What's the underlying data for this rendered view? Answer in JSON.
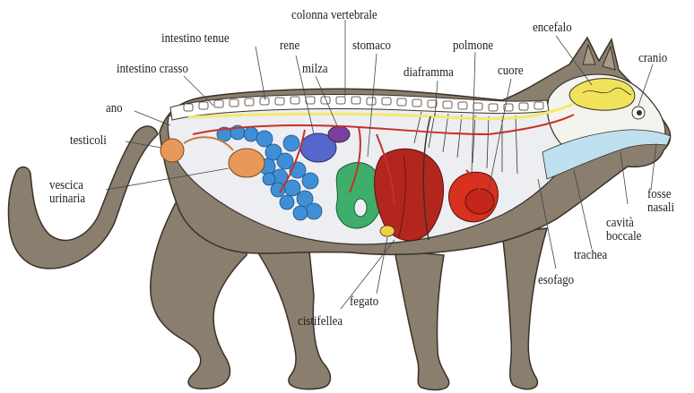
{
  "labels": {
    "colonna_vertebrale": "colonna vertebrale",
    "intestino_tenue": "intestino tenue",
    "rene": "rene",
    "stomaco": "stomaco",
    "polmone": "polmone",
    "encefalo": "encefalo",
    "milza": "milza",
    "intestino_crasso": "intestino crasso",
    "diaframma": "diaframma",
    "cuore": "cuore",
    "cranio": "cranio",
    "ano": "ano",
    "testicoli": "testicoli",
    "vescica_1": "vescica",
    "vescica_2": "urinaria",
    "fosse_1": "fosse",
    "fosse_2": "nasali",
    "cavita_1": "cavità",
    "cavita_2": "boccale",
    "trachea": "trachea",
    "esofago": "esofago",
    "fegato": "fegato",
    "cistifellea": "cistifellea"
  },
  "colors": {
    "body": "#8a7e6e",
    "outline": "#3a3128",
    "cavity": "#eceef2",
    "spine": "#ffffff",
    "cord": "#f2ea6a",
    "brain": "#f0e25a",
    "intestine": "#3f8fd6",
    "kidney": "#5566cc",
    "stomach": "#3fae6a",
    "liver": "#b3261e",
    "lung": "#d8311f",
    "heart": "#c4261a",
    "bladder": "#e8995a",
    "vessels": "#c8302a",
    "airway": "#bfe0ee"
  }
}
